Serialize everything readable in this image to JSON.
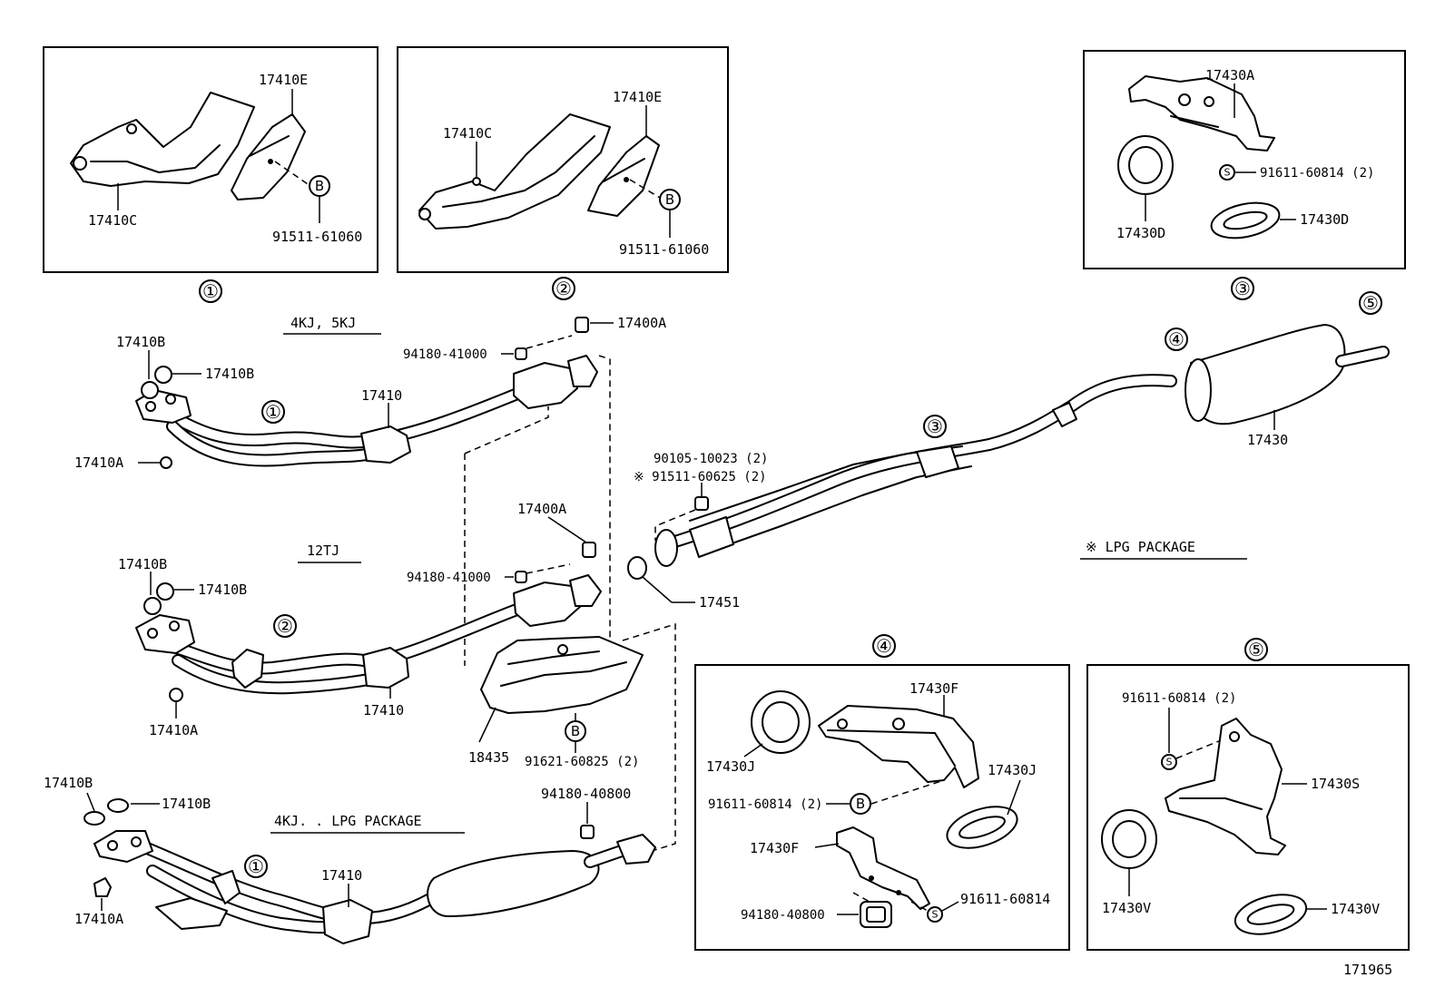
{
  "figure_code": "171965",
  "callouts": {
    "c1": "①",
    "c2": "②",
    "c3": "③",
    "c4": "④",
    "c5": "⑤",
    "b": "B",
    "s": "S"
  },
  "variants": {
    "v1": "4KJ, 5KJ",
    "v2": "12TJ",
    "v3": "4KJ. . LPG PACKAGE",
    "lpg_note": "※ LPG PACKAGE"
  },
  "box1": {
    "part_e": "17410E",
    "part_c": "17410C",
    "bolt": "91511-61060"
  },
  "box2": {
    "part_e": "17410E",
    "part_c": "17410C",
    "bolt": "91511-61060"
  },
  "box3": {
    "part_a": "17430A",
    "nut": "91611-60814 (2)",
    "ring_left": "17430D",
    "ring_right": "17430D"
  },
  "box4": {
    "bracket_top": "17430F",
    "bracket_bottom": "17430F",
    "ring_left": "17430J",
    "ring_right": "17430J",
    "nut_b": "91611-60814 (2)",
    "bushing": "94180-40800",
    "nut_s": "91611-60814"
  },
  "box5": {
    "nut": "91611-60814 (2)",
    "bracket": "17430S",
    "ring_left": "17430V",
    "ring_right": "17430V"
  },
  "main": {
    "gasket_b1a": "17410B",
    "gasket_b1b": "17410B",
    "nut_a1": "17410A",
    "pipe1": "17410",
    "bolt1": "94180-41000",
    "clamp1": "17400A",
    "gasket_b2a": "17410B",
    "gasket_b2b": "17410B",
    "nut_a2": "17410A",
    "pipe2": "17410",
    "bolt2": "94180-41000",
    "clamp2": "17400A",
    "insulator": "18435",
    "insulator_bolt": "91621-60825 (2)",
    "gasket_b3a": "17410B",
    "gasket_b3b": "17410B",
    "nut_a3": "17410A",
    "pipe3": "17410",
    "nut3": "94180-40800",
    "gasket_center": "17451",
    "bolt_center1": "90105-10023 (2)",
    "bolt_center2": "※ 91511-60625 (2)",
    "muffler": "17430"
  }
}
